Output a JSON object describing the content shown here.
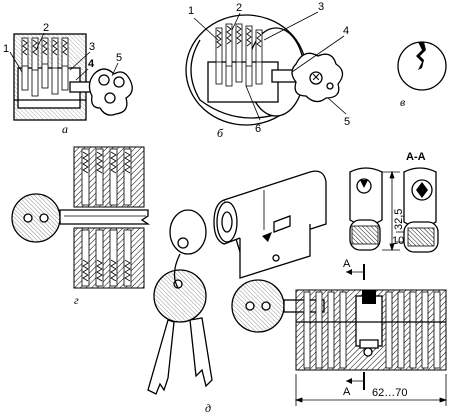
{
  "figure_a": {
    "caption": "а",
    "labels": [
      "1",
      "2",
      "3",
      "4",
      "5"
    ]
  },
  "figure_b": {
    "caption": "б",
    "labels": [
      "1",
      "2",
      "3",
      "4",
      "5",
      "6"
    ]
  },
  "figure_v": {
    "caption": "в"
  },
  "figure_g": {
    "caption": "г"
  },
  "figure_d": {
    "caption": "д",
    "section_label": "А-А",
    "cut_labels": [
      "А",
      "А"
    ],
    "dim_height": "32,5",
    "dim_small": "10",
    "dim_length": "62…70"
  }
}
